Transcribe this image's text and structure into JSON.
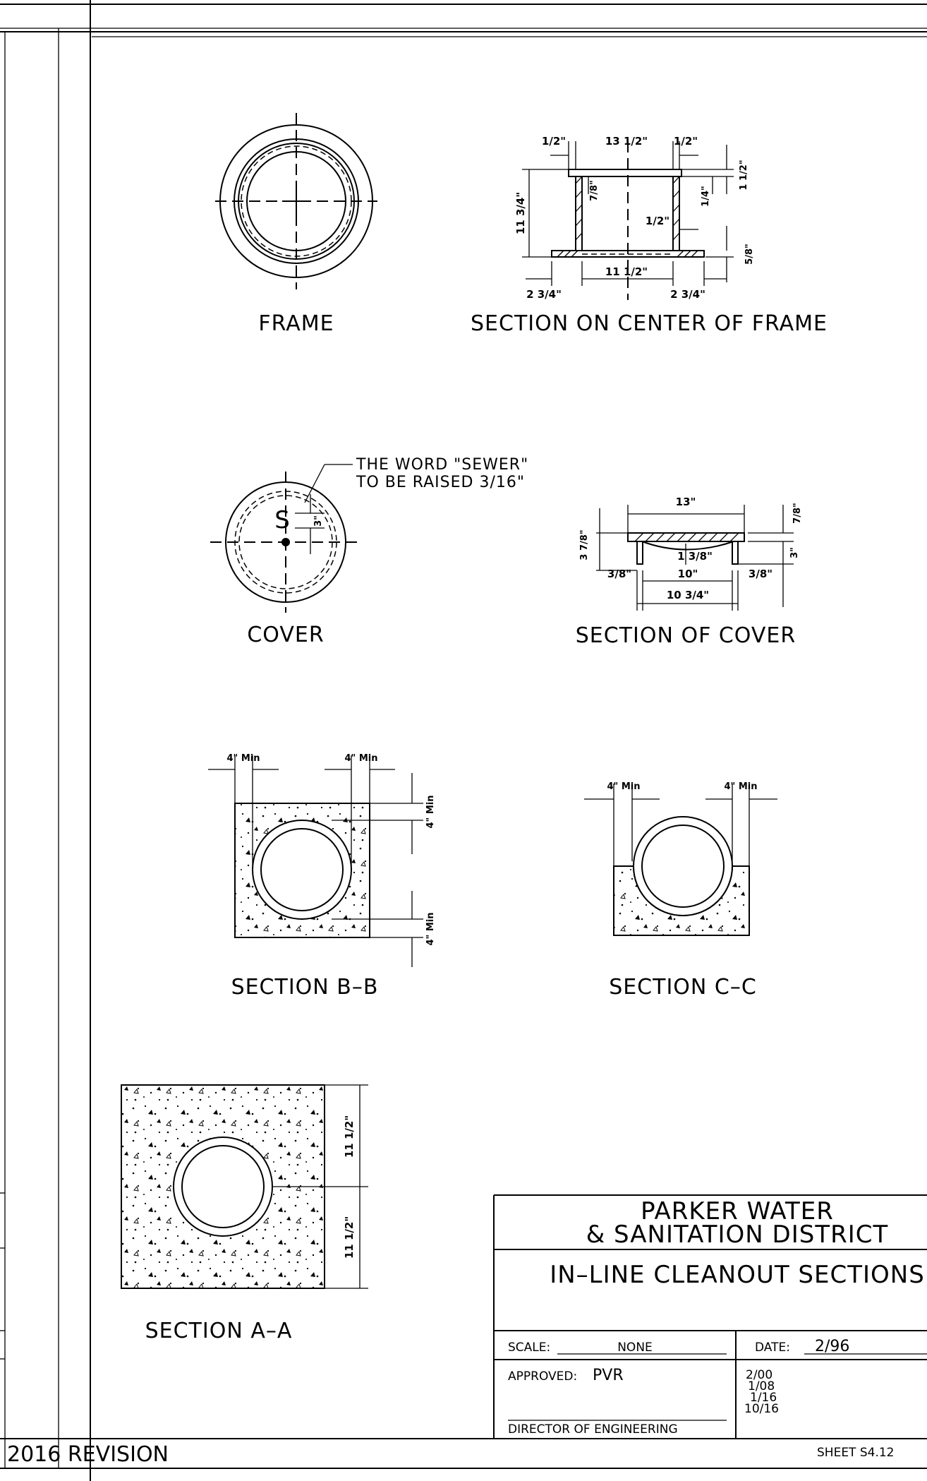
{
  "labels": {
    "frame": "FRAME",
    "section_frame": "SECTION ON CENTER OF FRAME",
    "cover": "COVER",
    "section_cover": "SECTION OF COVER",
    "section_bb": "SECTION B–B",
    "section_cc": "SECTION C–C",
    "section_aa": "SECTION A–A"
  },
  "note": {
    "line1": "THE WORD \"SEWER\"",
    "line2": "TO BE RAISED 3/16\"",
    "letter": "S",
    "dim": "3\""
  },
  "frame_dims": {
    "top_left": "1/2\"",
    "top_mid": "13 1/2\"",
    "top_right": "1/2\"",
    "height": "11 3/4\"",
    "flange_left": "7/8\"",
    "right_quarter": "1/4\"",
    "right_one_half": "1 1/2\"",
    "wall": "1/2\"",
    "bottom_flange": "5/8\"",
    "base_width": "11 1/2\"",
    "base_left": "2 3/4\"",
    "base_right": "2 3/4\""
  },
  "cover_dims": {
    "top": "13\"",
    "right_top": "7/8\"",
    "left_height": "3 7/8\"",
    "right_height": "3\"",
    "lip": "1 3/8\"",
    "inner": "10\"",
    "left_step": "3/8\"",
    "right_step": "3/8\"",
    "outer": "10 3/4\""
  },
  "bb_dims": {
    "left_min": "4\" Min",
    "right_min": "4\" Min",
    "top_min": "4\" Min",
    "bottom_min": "4\" Min"
  },
  "cc_dims": {
    "left_min": "4\" Min",
    "right_min": "4\" Min"
  },
  "aa_dims": {
    "upper": "11 1/2\"",
    "lower": "11 1/2\""
  },
  "title_block": {
    "org_line1": "PARKER WATER",
    "org_line2": "& SANITATION DISTRICT",
    "title": "IN–LINE CLEANOUT SECTIONS",
    "scale_label": "SCALE:",
    "scale_value": "NONE",
    "date_label": "DATE:",
    "date_value": "2/96",
    "approved_label": "APPROVED:",
    "approved_value": "PVR",
    "revisions": [
      "2/00",
      "1/08",
      "1/16",
      "10/16"
    ],
    "director": "DIRECTOR OF ENGINEERING",
    "sheet": "SHEET S4.12"
  },
  "revision_note": "2016 REVISION"
}
